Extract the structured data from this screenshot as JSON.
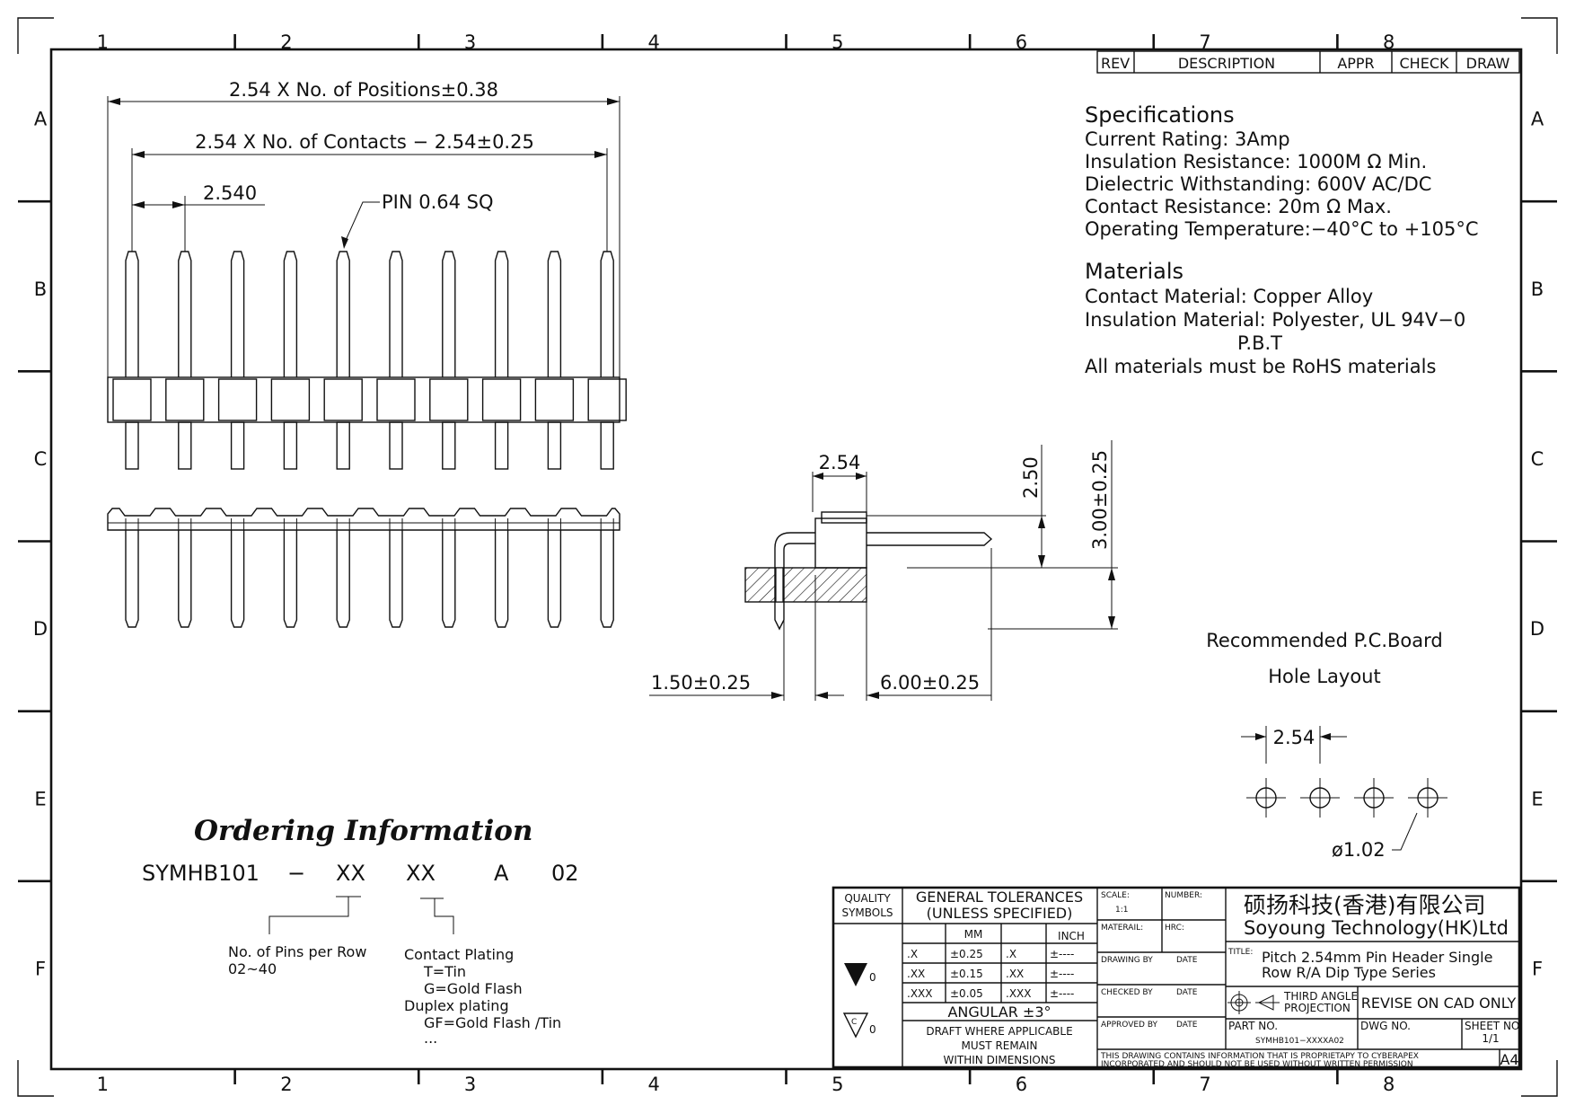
{
  "border": {
    "cols": [
      "1",
      "2",
      "3",
      "4",
      "5",
      "6",
      "7",
      "8"
    ],
    "rows": [
      "A",
      "B",
      "C",
      "D",
      "E",
      "F"
    ]
  },
  "revision_block": {
    "rev": "REV",
    "description": "DESCRIPTION",
    "appr": "APPR",
    "check": "CHECK",
    "draw": "DRAW"
  },
  "top_view": {
    "dim_positions": "2.54 X No. of Positions±0.38",
    "dim_contacts": "2.54 X No. of Contacts − 2.54±0.25",
    "dim_pitch": "2.540",
    "pin_note": "PIN 0.64 SQ"
  },
  "side_view": {
    "dim_width": "2.54",
    "dim_height": "2.50",
    "dim_total": "3.00±0.25",
    "dim_left": "1.50±0.25",
    "dim_right": "6.00±0.25"
  },
  "specifications": {
    "heading": "Specifications",
    "lines": [
      "Current Rating:   3Amp",
      "Insulation Resistance: 1000M Ω Min.",
      "Dielectric Withstanding:   600V AC/DC",
      "Contact Resistance:   20m Ω Max.",
      "Operating Temperature:−40°C  to  +105°C"
    ]
  },
  "materials": {
    "heading": "Materials",
    "lines": [
      "Contact Material: Copper Alloy",
      "Insulation Material: Polyester, UL 94V−0",
      "P.B.T",
      "All  materials  must  be  RoHS  materials"
    ]
  },
  "pcb_layout": {
    "title_line1": "Recommended P.C.Board",
    "title_line2": "Hole Layout",
    "pitch": "2.54",
    "hole": "ø1.02"
  },
  "ordering": {
    "heading": "Ordering Information",
    "code_parts": [
      "SYMHB101",
      "−",
      "XX",
      "XX",
      "A",
      "02"
    ],
    "pins_label": "No. of Pins per Row",
    "pins_range": "02~40",
    "plating_lines": [
      "Contact Plating",
      "T=Tin",
      "G=Gold Flash",
      "Duplex plating",
      "GF=Gold Flash  /Tin",
      "..."
    ]
  },
  "title_block": {
    "quality": "QUALITY",
    "symbols": "SYMBOLS",
    "tol_line1": "GENERAL TOLERANCES",
    "tol_line2": "(UNLESS SPECIFIED)",
    "mm": "MM",
    "inch": "INCH",
    "tol_rows": [
      {
        "d": ".X",
        "mm": "±0.25",
        "di": ".X",
        "in": "±----"
      },
      {
        "d": ".XX",
        "mm": "±0.15",
        "di": ".XX",
        "in": "±----"
      },
      {
        "d": ".XXX",
        "mm": "±0.05",
        "di": ".XXX",
        "in": "±----"
      }
    ],
    "angular": "ANGULAR ±3°",
    "draft_lines": [
      "DRAFT WHERE APPLICABLE",
      "MUST REMAIN",
      "WITHIN DIMENSIONS"
    ],
    "sym1": "0",
    "sym2": "0",
    "scale_label": "SCALE:",
    "scale_value": "1:1",
    "number_label": "NUMBER:",
    "material_label": "MATERAIL:",
    "hrc_label": "HRC:",
    "drawing_by": "DRAWING BY",
    "checked_by": "CHECKED BY",
    "approved_by": "APPROVED BY",
    "date": "DATE",
    "company_cn": "硕扬科技(香港)有限公司",
    "company_en": "Soyoung Technology(HK)Ltd",
    "title_label": "TITLE:",
    "title_line1": "Pitch 2.54mm Pin Header Single",
    "title_line2": "Row R/A Dip Type Series",
    "projection_line1": "THIRD ANGLE",
    "projection_line2": "PROJECTION",
    "revise": "REVISE ON CAD ONLY",
    "part_no_label": "PART NO.",
    "part_no": "SYMHB101−XXXXA02",
    "dwg_no_label": "DWG NO.",
    "sheet_no_label": "SHEET NO.",
    "sheet_no": "1/1",
    "notice_line1": "THIS DRAWING CONTAINS INFORMATION THAT IS PROPRIETAPY TO CYBERAPEX",
    "notice_line2": "INCORPORATED AND SHOULD NOT BE USED WITHOUT WRITTEN PERMISSION",
    "size": "A4"
  }
}
